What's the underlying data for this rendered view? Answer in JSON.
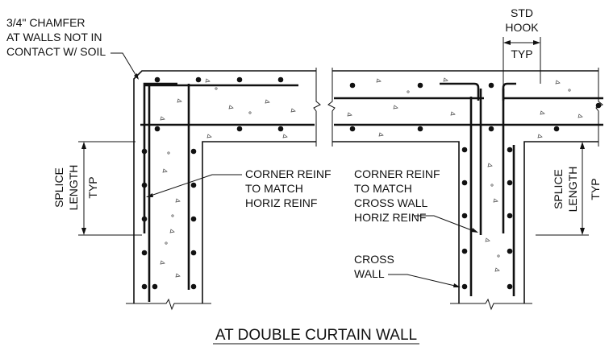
{
  "title": "AT DOUBLE CURTAIN WALL",
  "labels": {
    "chamfer": [
      "3/4\" CHAMFER",
      "AT WALLS NOT IN",
      "CONTACT W/ SOIL"
    ],
    "corner_left": [
      "CORNER REINF",
      "TO MATCH",
      "HORIZ REINF"
    ],
    "corner_right": [
      "CORNER REINF",
      "TO MATCH",
      "CROSS WALL",
      "HORIZ REINF"
    ],
    "cross_wall": [
      "CROSS",
      "WALL"
    ],
    "std_hook": [
      "STD",
      "HOOK"
    ],
    "typ": "TYP",
    "splice_left": [
      "SPLICE",
      "LENGTH"
    ],
    "splice_right": [
      "SPLICE",
      "LENGTH"
    ]
  }
}
